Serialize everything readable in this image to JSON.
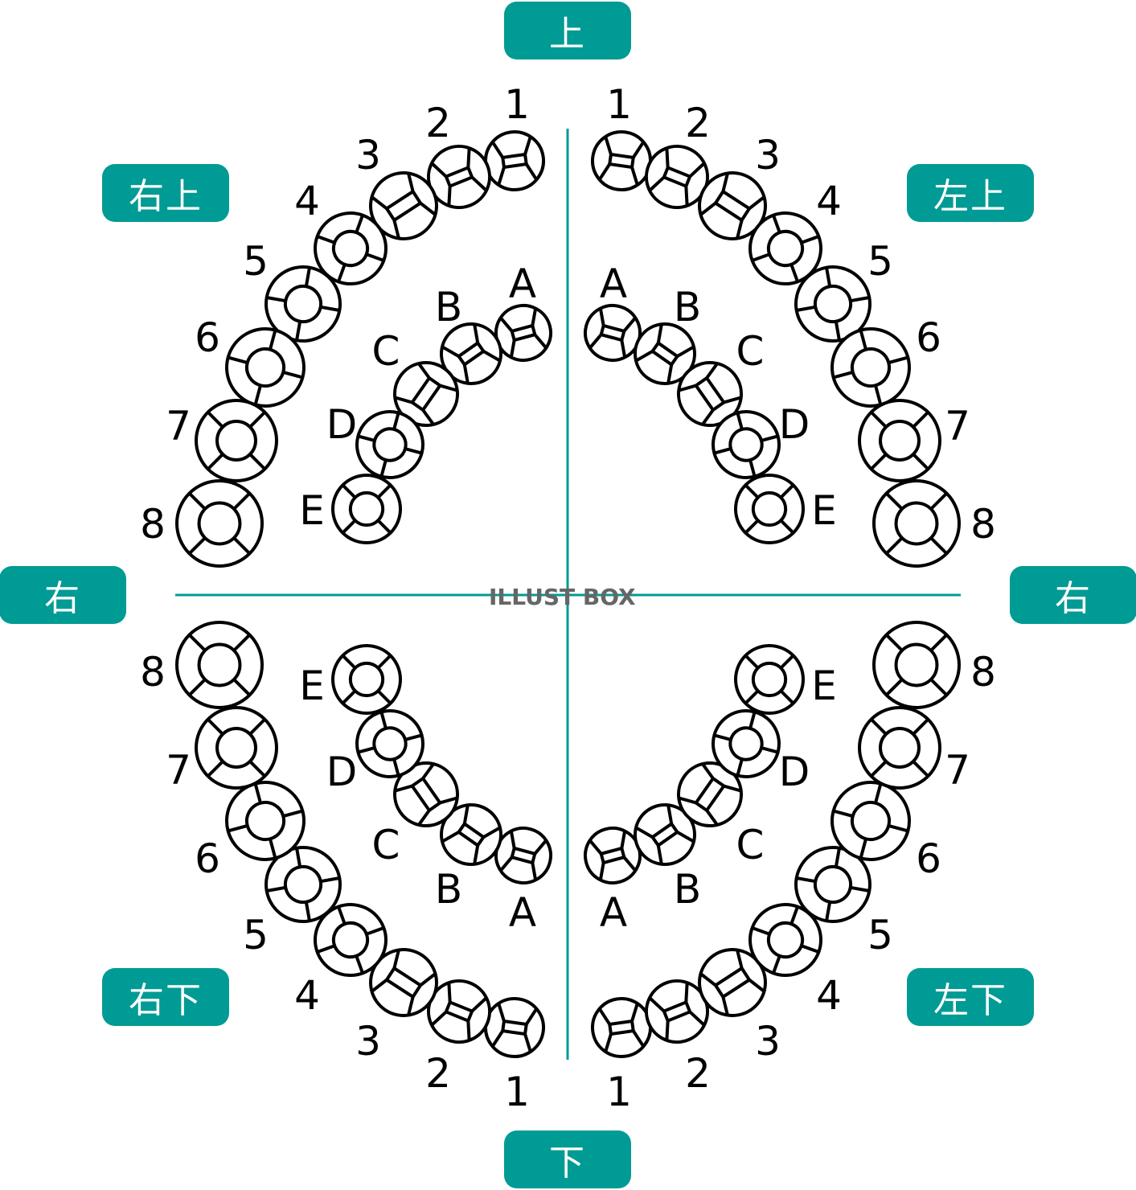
{
  "colors": {
    "accent": "#009b94",
    "stroke": "#000000",
    "watermark": "#666666"
  },
  "badges": {
    "top": "上",
    "top_right_tooth": "右上",
    "top_left_tooth": "左上",
    "right_side_left": "右",
    "right_side_right": "右",
    "bottom_right_tooth": "右下",
    "bottom_left_tooth": "左下",
    "bottom": "下"
  },
  "watermark": "ILLUST BOX",
  "permanent_teeth": [
    "1",
    "2",
    "3",
    "4",
    "5",
    "6",
    "7",
    "8"
  ],
  "primary_teeth": [
    "A",
    "B",
    "C",
    "D",
    "E"
  ]
}
